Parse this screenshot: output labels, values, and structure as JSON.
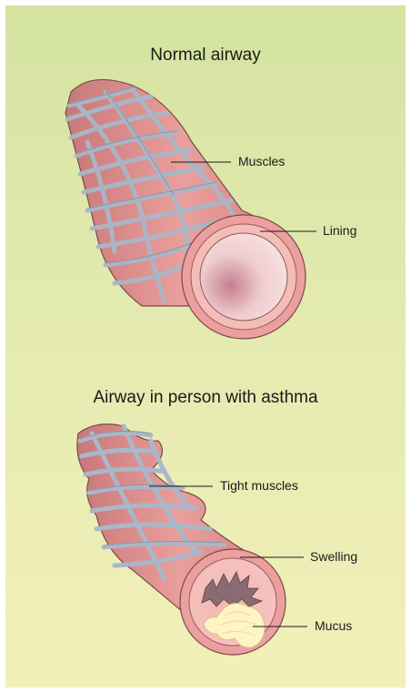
{
  "figure": {
    "normal": {
      "title": "Normal airway",
      "labels": {
        "muscles": "Muscles",
        "lining": "Lining"
      }
    },
    "asthma": {
      "title": "Airway in person with asthma",
      "labels": {
        "tight_muscles": "Tight muscles",
        "swelling": "Swelling",
        "mucus": "Mucus"
      }
    }
  },
  "colors": {
    "background_top": "#d4e3a0",
    "background_bottom": "#f2f0b8",
    "tissue": "#e99a9a",
    "tissue_dark": "#c97a7a",
    "lining": "#f2b9b5",
    "lumen": "#fbe4e4",
    "muscle_band": "#a9b7c9",
    "mucus": "#fff4c4"
  }
}
